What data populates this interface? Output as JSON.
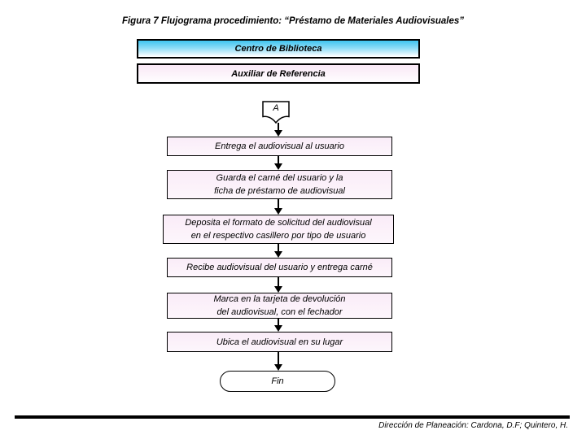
{
  "title": "Figura 7 Flujograma procedimiento: “Préstamo de Materiales Audiovisuales”",
  "lanes": {
    "department": "Centro de Biblioteca",
    "role": "Auxiliar de Referencia"
  },
  "flow": {
    "connector_label": "A",
    "steps": [
      "Entrega el audiovisual al usuario",
      "Guarda el carné del usuario y la\nficha de préstamo de audiovisual",
      "Deposita el formato de solicitud del audiovisual\nen el respectivo casillero por tipo de usuario",
      "Recibe audiovisual del usuario y entrega carné",
      "Marca en la tarjeta de devolución\ndel audiovisual, con el fechador",
      "Ubica el audiovisual en su lugar"
    ],
    "terminator_label": "Fin"
  },
  "footer": {
    "credit": "Dirección de Planeación: Cardona, D.F; Quintero, H."
  },
  "colors": {
    "lane_header_top": "#3fc4ef",
    "lane_header_bottom": "#fdfeff",
    "process_fill": "#faecf8",
    "border": "#000000",
    "background": "#ffffff"
  }
}
